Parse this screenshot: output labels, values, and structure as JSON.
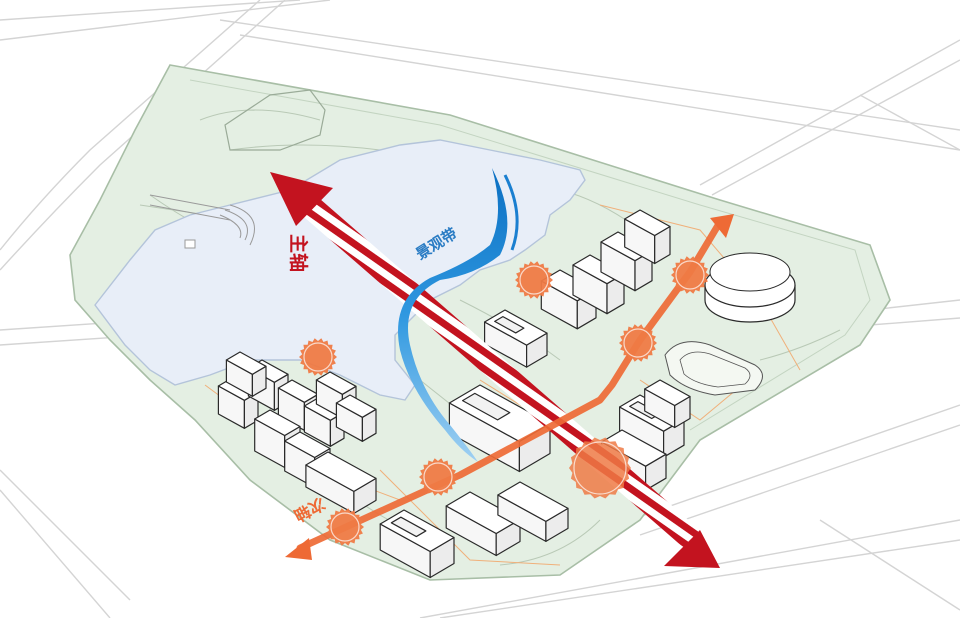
{
  "labels": {
    "main_axis": "主轴",
    "landscape_belt": "景观带",
    "secondary_axis": "次轴"
  },
  "colors": {
    "background": "#ffffff",
    "site_green": "#e4efe3",
    "site_outline": "#a8bea6",
    "water": "#e8eef8",
    "road": "#d7d7d7",
    "building_top": "#ffffff",
    "building_line": "#2a2a2a",
    "main_axis": "#c3131f",
    "secondary_axis": "#ee6a35",
    "node": "#ef7a45",
    "landscape_belt": "#2b8fd6",
    "landscape_label": "#2a7cc4"
  }
}
